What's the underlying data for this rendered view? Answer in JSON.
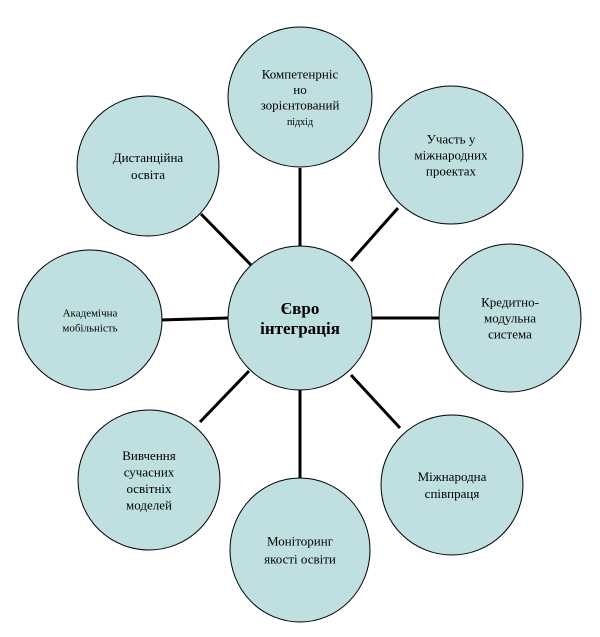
{
  "colors": {
    "node_fill": "#bfdfe0",
    "node_stroke": "#000000",
    "connector": "#000000"
  },
  "center": {
    "lines": [
      "Євро",
      "інтеграція"
    ]
  },
  "nodes": [
    {
      "id": "competency",
      "lines": [
        "Компетенрніс",
        "но",
        "зорієнтований",
        "підхід"
      ]
    },
    {
      "id": "projects",
      "lines": [
        "Участь у",
        "міжнародних",
        "проектах"
      ]
    },
    {
      "id": "credit",
      "lines": [
        "Кредитно-",
        "модульна",
        "система"
      ]
    },
    {
      "id": "cooperation",
      "lines": [
        "Міжнародна",
        "співпраця"
      ]
    },
    {
      "id": "monitoring",
      "lines": [
        "Моніторинг",
        "якості освіти"
      ]
    },
    {
      "id": "models",
      "lines": [
        "Вивчення",
        "сучасних",
        "освітніх",
        "моделей"
      ]
    },
    {
      "id": "mobility",
      "lines": [
        "Академічна",
        "мобільність"
      ]
    },
    {
      "id": "distance",
      "lines": [
        "Дистанційна",
        "освіта"
      ]
    }
  ]
}
